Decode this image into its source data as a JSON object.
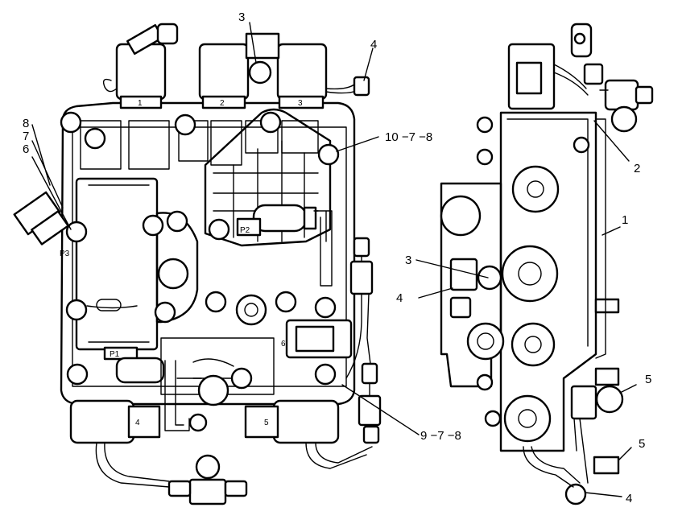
{
  "callouts": {
    "left": {
      "c3": "3",
      "c4": "4",
      "c8": "8",
      "c7": "7",
      "c6": "6",
      "c10_7_8": "10 −7 −8",
      "c9_7_8": "9 −7 −8"
    },
    "right": {
      "c2": "2",
      "c1": "1",
      "c3": "3",
      "c4a": "4",
      "c5a": "5",
      "c5b": "5",
      "c4b": "4"
    }
  },
  "markings": {
    "sol1": "1",
    "sol2": "2",
    "sol3": "3",
    "sol4": "4",
    "sol5": "5",
    "sol6": "6",
    "p1": "P1",
    "p2": "P2",
    "p3": "P3"
  }
}
